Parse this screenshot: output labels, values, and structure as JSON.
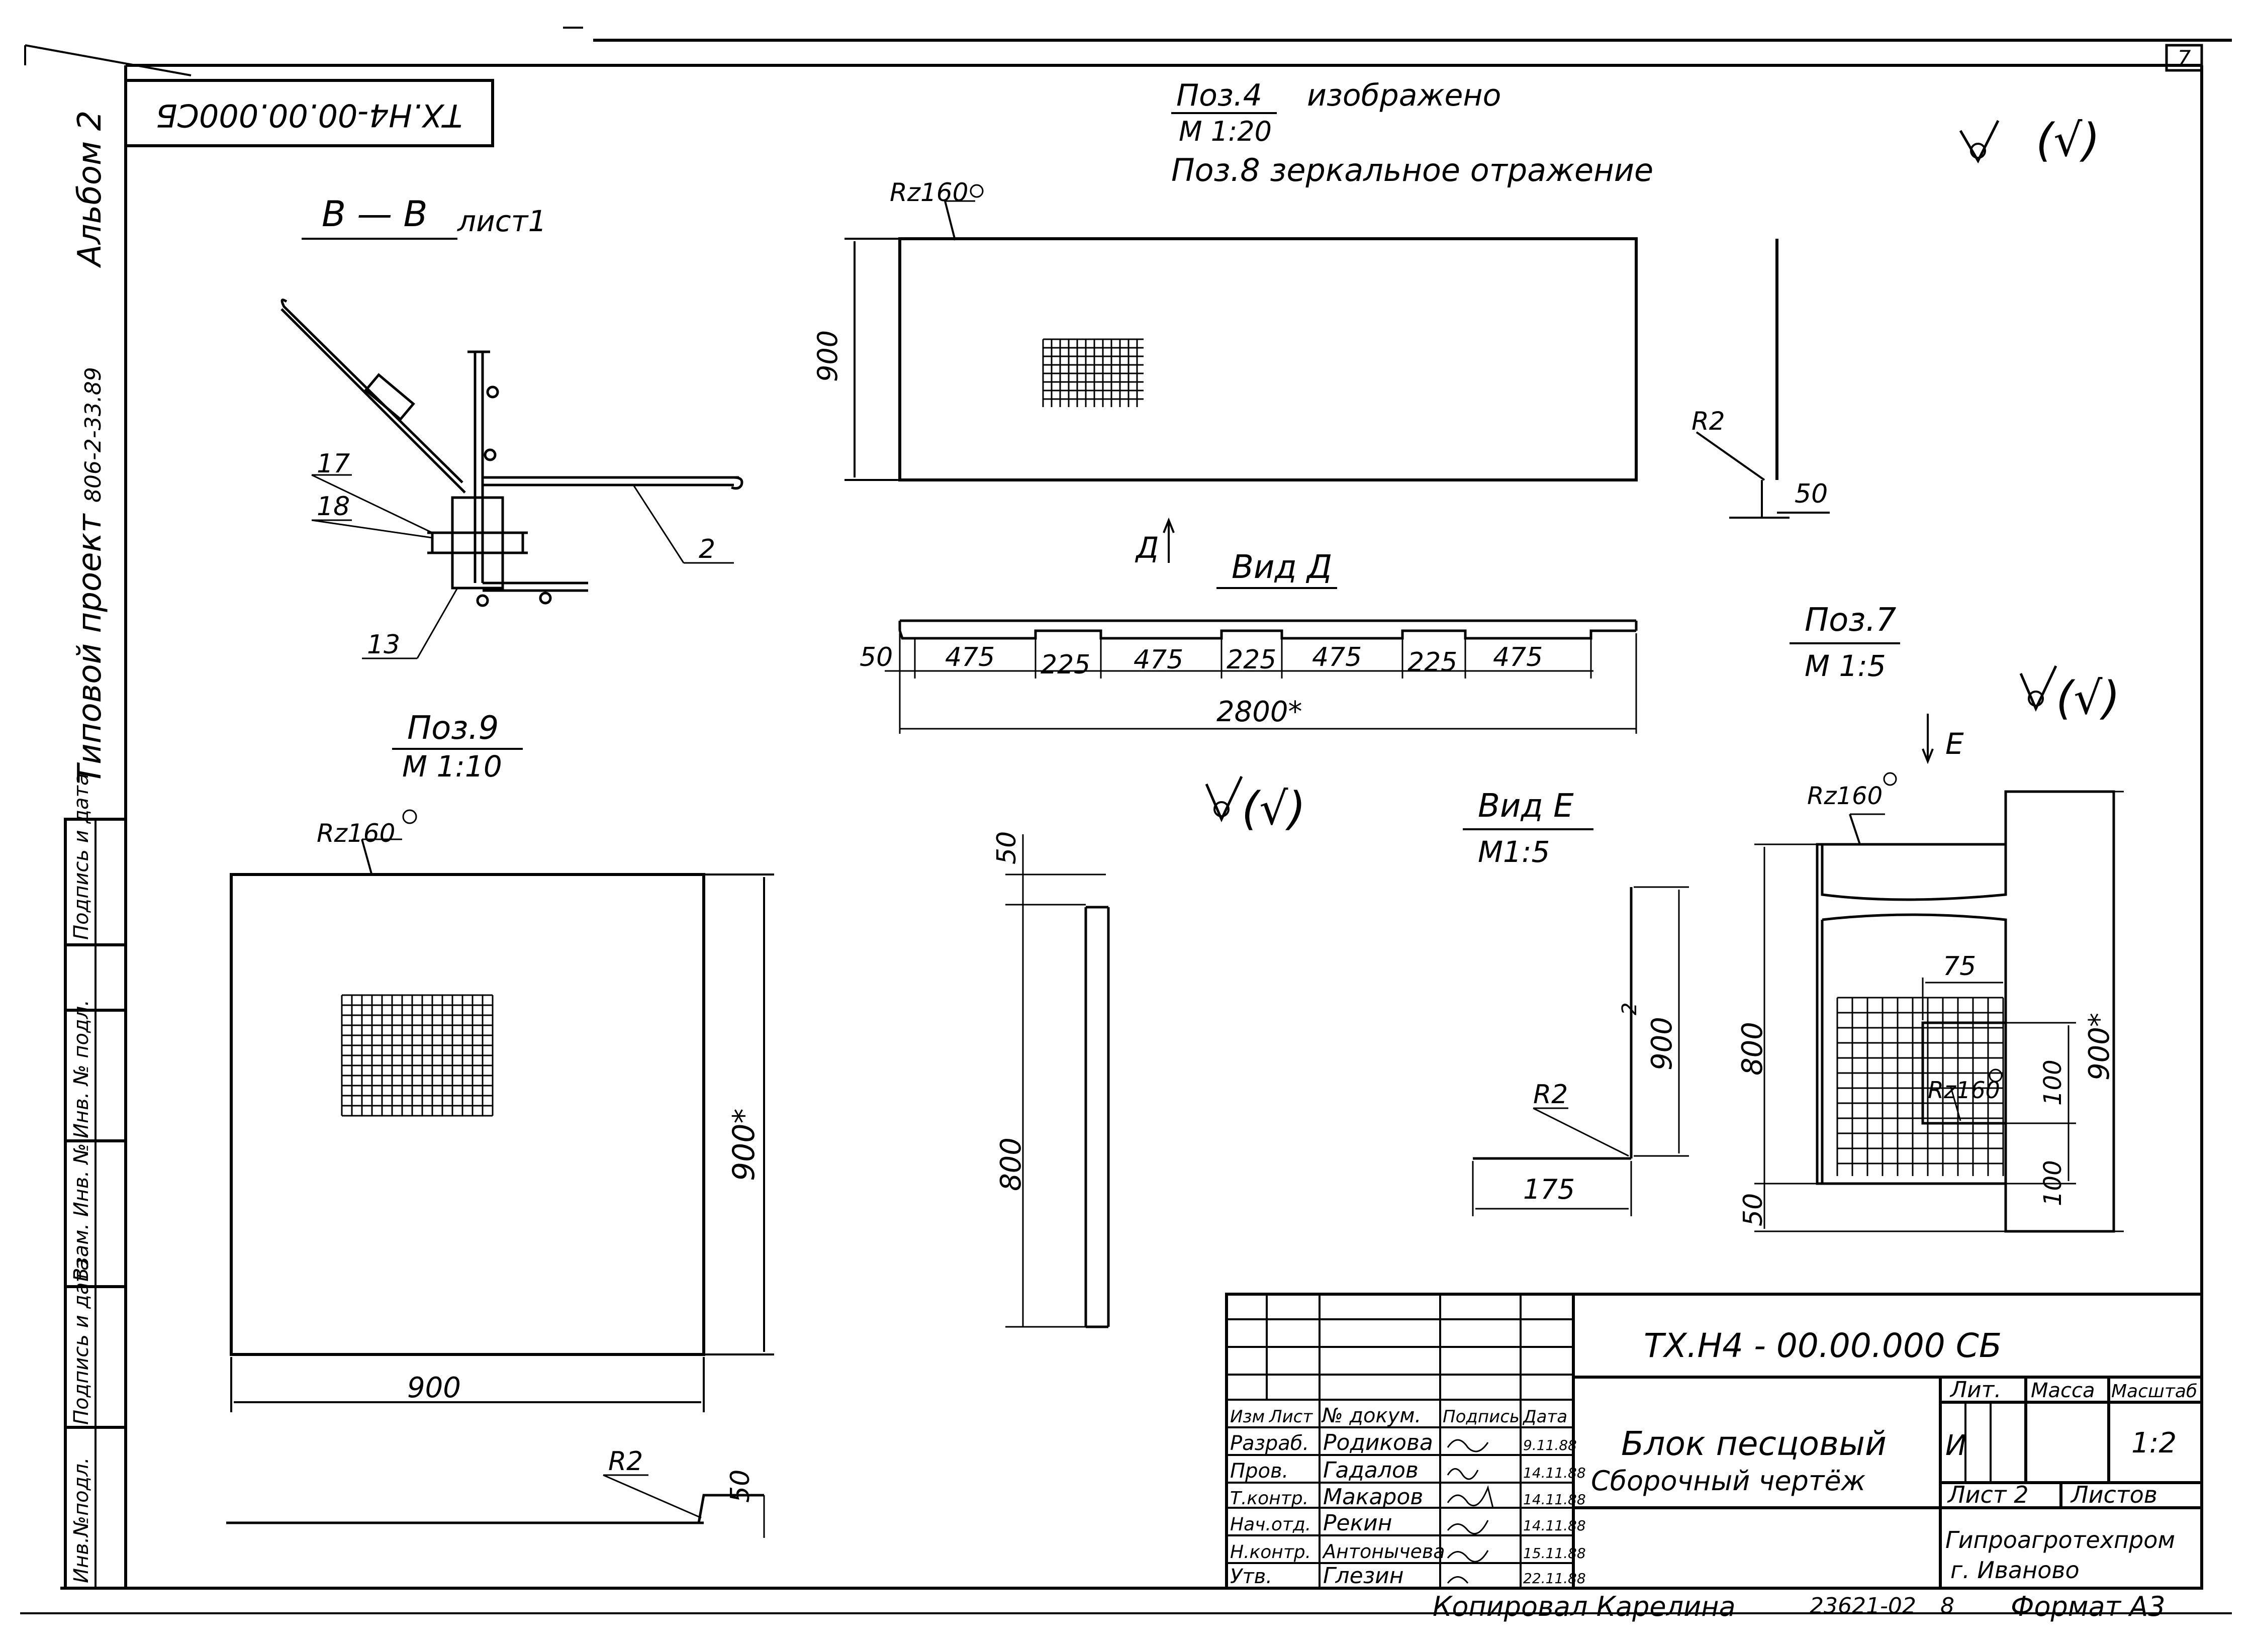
{
  "sheet_number": "7",
  "side_label": "Типовой проект 806-2-33.89   Альбом 2",
  "side_label_parts": {
    "project": "Типовой проект",
    "project_no": "806-2-33.89",
    "album": "Альбом 2"
  },
  "rotated_code": "ТХ.Н4-00.00.000СБ",
  "left_stamp": {
    "cells": [
      "Инв.№подл.",
      "Подпись и дата",
      "Взам. Инв. №",
      "Инв. № подл.",
      "Подпись и дата"
    ]
  },
  "notes": {
    "pos4_title": "Поз.4",
    "pos4_scale": "М 1:20",
    "pos4_text": "изображено",
    "pos8_text": "Поз.8 зеркальное отражение"
  },
  "section_bb": {
    "title": "В — В",
    "sheet_ref": "лист1",
    "callouts": [
      "17",
      "18",
      "2",
      "13"
    ]
  },
  "roughness": {
    "rz": "Rz160",
    "sign_main": "(√)"
  },
  "view_a": {
    "arrow_label": "Д",
    "title": "Вид Д",
    "dims": [
      "50",
      "475",
      "225",
      "475",
      "225",
      "475",
      "225",
      "475"
    ],
    "overall": "2800*"
  },
  "pos4": {
    "height": "900",
    "r": "R2",
    "flange": "50"
  },
  "pos9": {
    "title": "Поз.9",
    "scale": "М 1:10",
    "width": "900",
    "height": "900*",
    "r": "R2",
    "flange": "50"
  },
  "side_profile": {
    "top": "50",
    "height": "800"
  },
  "view_e": {
    "title": "Вид Е",
    "scale": "М1:5",
    "height": "900",
    "r": "R2",
    "flange": "175",
    "gap": "2"
  },
  "pos7": {
    "title": "Поз.7",
    "scale": "М 1:5",
    "arrow_label": "Е",
    "height": "800",
    "total": "900*",
    "bottom": "50",
    "w75": "75",
    "h100a": "100",
    "h100b": "100"
  },
  "title_block": {
    "code": "ТХ.Н4 - 00.00.000   СБ",
    "name_line1": "Блок песцовый",
    "name_line2": "Сборочный чертёж",
    "headers": {
      "izm": "Изм",
      "list": "Лист",
      "doc": "№ докум.",
      "sign": "Подпись",
      "date": "Дата"
    },
    "rows": [
      {
        "role": "Разраб.",
        "name": "Родикова",
        "date": "9.11.88"
      },
      {
        "role": "Пров.",
        "name": "Гадалов",
        "date": "14.11.88"
      },
      {
        "role": "Т.контр.",
        "name": "Макаров",
        "date": "14.11.88"
      },
      {
        "role": "Нач.отд.",
        "name": "Рекин",
        "date": "14.11.88"
      },
      {
        "role": "Н.контр.",
        "name": "Антонычева",
        "date": "15.11.88"
      },
      {
        "role": "Утв.",
        "name": "Глезин",
        "date": "22.11.88"
      }
    ],
    "lit": "Лит.",
    "massa": "Масса",
    "masshtab": "Масштаб",
    "lit_value": "И",
    "scale_value": "1:2",
    "list_label": "Лист 2",
    "listov_label": "Листов",
    "org_line1": "Гипроагротехпром",
    "org_line2": "г. Иваново"
  },
  "footer": {
    "copied": "Копировал Карелина",
    "order": "23621-02",
    "num": "8",
    "format": "Формат А3"
  }
}
